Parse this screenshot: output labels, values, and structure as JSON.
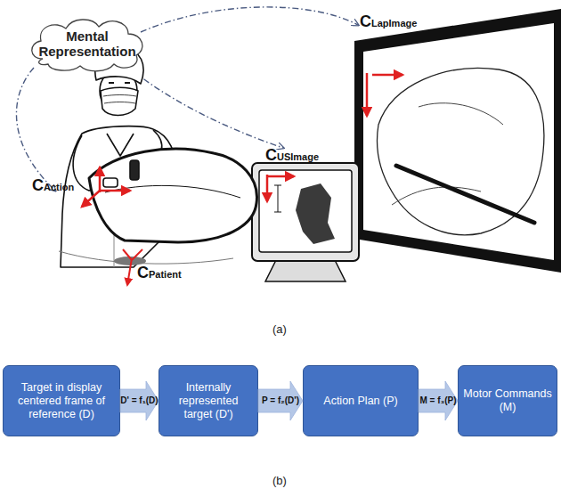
{
  "diagram": {
    "nodes": [
      {
        "text": [
          "Mental Representation"
        ]
      },
      {
        "text": [
          "Target in display centered frame of reference (D)"
        ]
      },
      {
        "text": [
          "Internally represented target (D')"
        ]
      },
      {
        "text": [
          "Action Plan (P)"
        ]
      },
      {
        "text": [
          "Motor Commands (M)"
        ]
      }
    ],
    "edges": [
      {
        "from": 1,
        "to": 2,
        "arrow": "to",
        "label": "D' = f₁(D)"
      },
      {
        "from": 2,
        "to": 3,
        "arrow": "to",
        "label": "P = f₂(D')"
      },
      {
        "from": 3,
        "to": 4,
        "arrow": "to",
        "label": "M = f₃(P)"
      }
    ],
    "labels": [
      "CLapImage",
      "CUSImage",
      "CAction",
      "CPatient",
      "(a)",
      "(b)"
    ]
  }
}
